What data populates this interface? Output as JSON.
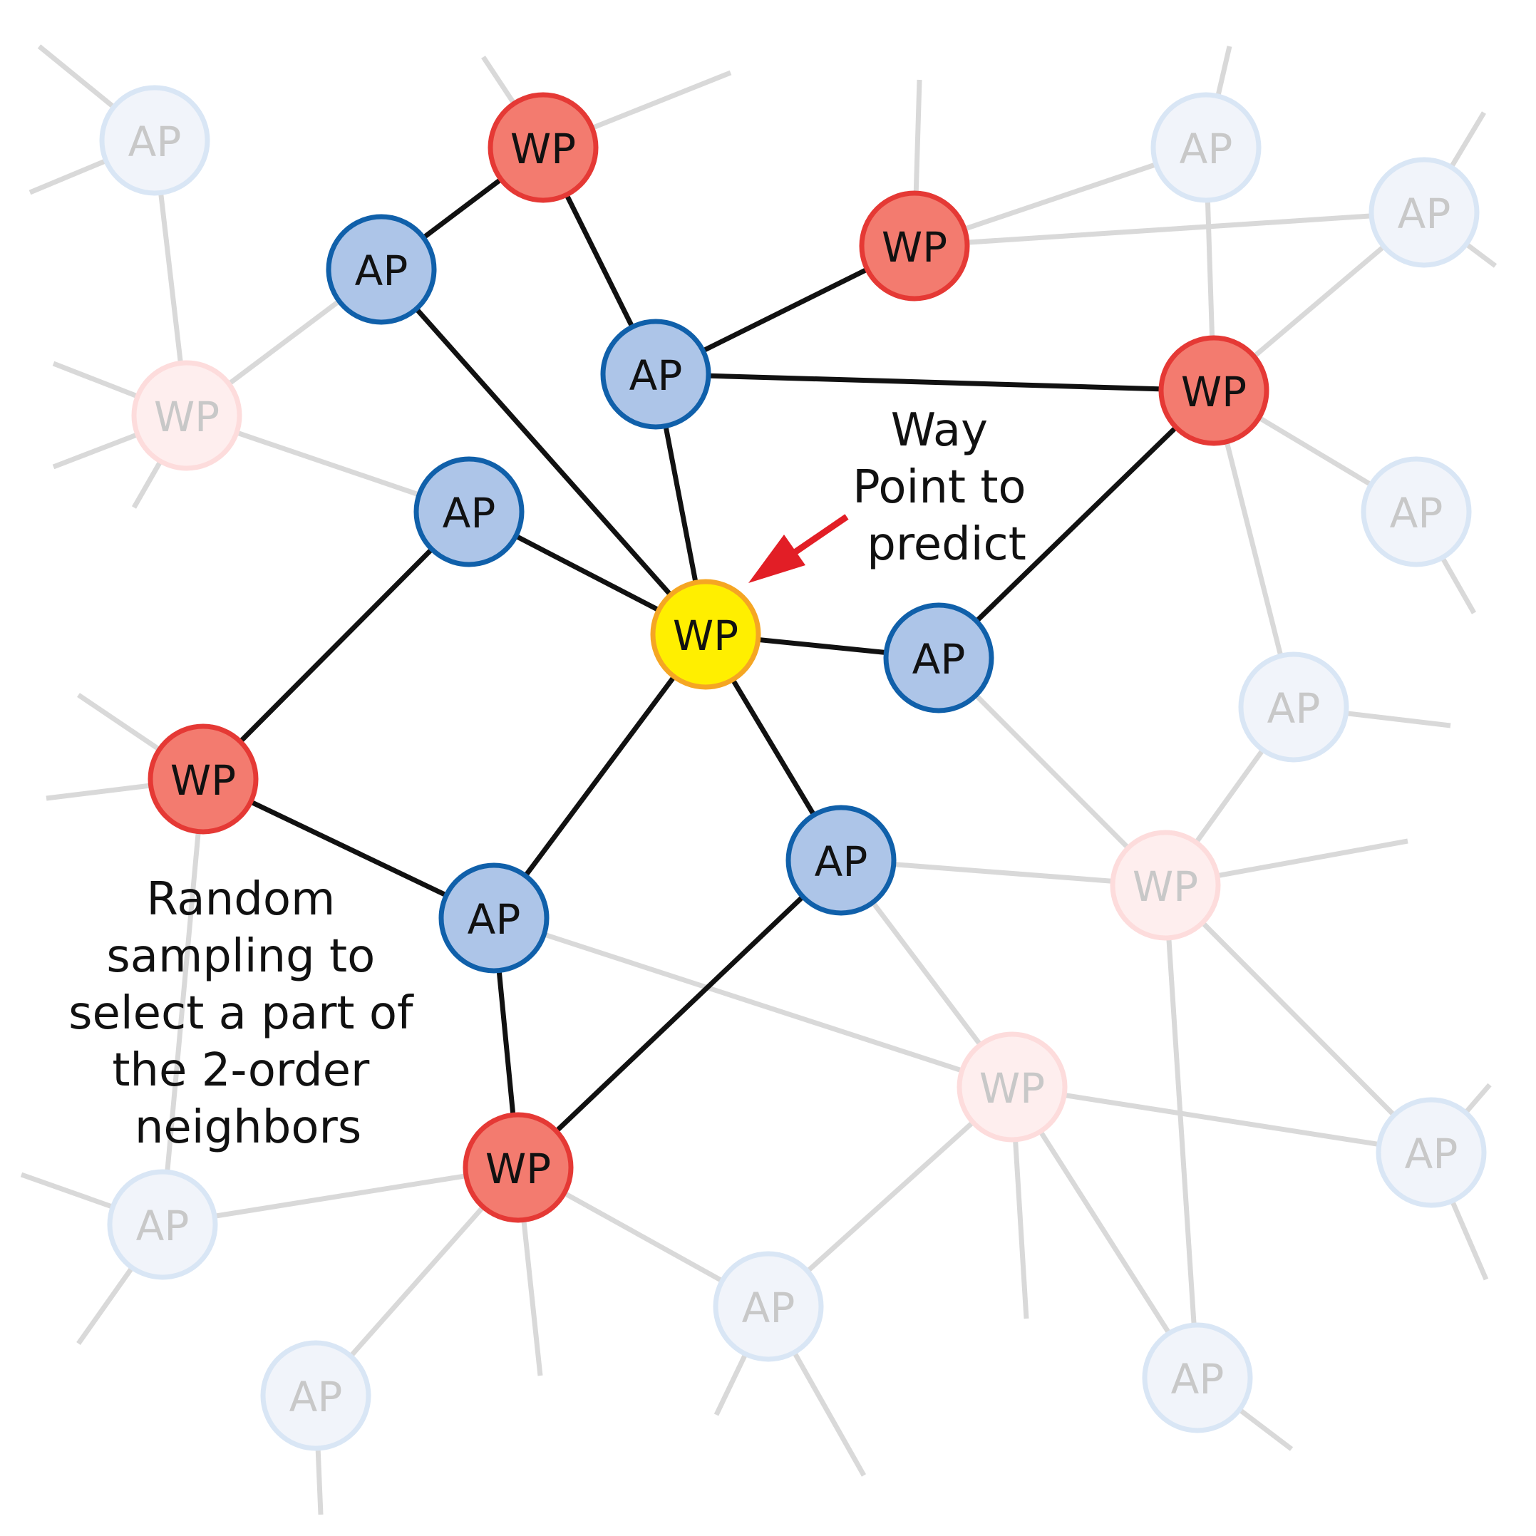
{
  "colors": {
    "ap_fill": "#adc5e8",
    "ap_stroke": "#1060aa",
    "wp_fill": "#f37b6f",
    "wp_stroke": "#e53935",
    "target_fill": "#ffef00",
    "target_stroke": "#f5a623",
    "ap_faded_fill": "#f1f4fa",
    "ap_faded_stroke": "#d9e6f5",
    "wp_faded_fill": "#feeeee",
    "wp_faded_stroke": "#fddcdc",
    "active_edge": "#111111",
    "faded_edge": "#d9d9d9",
    "arrow": "#e21e26",
    "text": "#111111",
    "faded_text": "#c8c8c8"
  },
  "annotations": {
    "target": [
      "Way",
      "Point to",
      "predict"
    ],
    "sampling": [
      "Random",
      "sampling to",
      "select a part of",
      "the 2-order",
      "neighbors"
    ]
  },
  "nodes": [
    {
      "id": "wp_center",
      "label": "WP",
      "kind": "target"
    },
    {
      "id": "ap_top_left",
      "label": "AP",
      "kind": "ap"
    },
    {
      "id": "wp_top",
      "label": "WP",
      "kind": "wp"
    },
    {
      "id": "ap_top_mid",
      "label": "AP",
      "kind": "ap"
    },
    {
      "id": "wp_top_right",
      "label": "WP",
      "kind": "wp"
    },
    {
      "id": "wp_right",
      "label": "WP",
      "kind": "wp"
    },
    {
      "id": "ap_left_mid",
      "label": "AP",
      "kind": "ap"
    },
    {
      "id": "ap_right_mid",
      "label": "AP",
      "kind": "ap"
    },
    {
      "id": "wp_left",
      "label": "WP",
      "kind": "wp"
    },
    {
      "id": "ap_bottom_left",
      "label": "AP",
      "kind": "ap"
    },
    {
      "id": "ap_bottom_right",
      "label": "AP",
      "kind": "ap"
    },
    {
      "id": "wp_bottom",
      "label": "WP",
      "kind": "wp"
    },
    {
      "id": "fap_top_left",
      "label": "AP",
      "kind": "ap_faded"
    },
    {
      "id": "fwp_left",
      "label": "WP",
      "kind": "wp_faded"
    },
    {
      "id": "fap_top_right1",
      "label": "AP",
      "kind": "ap_faded"
    },
    {
      "id": "fap_top_right2",
      "label": "AP",
      "kind": "ap_faded"
    },
    {
      "id": "fap_right1",
      "label": "AP",
      "kind": "ap_faded"
    },
    {
      "id": "fap_right2",
      "label": "AP",
      "kind": "ap_faded"
    },
    {
      "id": "fwp_right",
      "label": "WP",
      "kind": "wp_faded"
    },
    {
      "id": "fwp_bottom",
      "label": "WP",
      "kind": "wp_faded"
    },
    {
      "id": "fap_bottom_right",
      "label": "AP",
      "kind": "ap_faded"
    },
    {
      "id": "fap_bottom_left",
      "label": "AP",
      "kind": "ap_faded"
    },
    {
      "id": "fap_bottom_mid",
      "label": "AP",
      "kind": "ap_faded"
    },
    {
      "id": "fap_bottom_mid2",
      "label": "AP",
      "kind": "ap_faded"
    },
    {
      "id": "fap_bottom_far_right",
      "label": "AP",
      "kind": "ap_faded"
    }
  ]
}
